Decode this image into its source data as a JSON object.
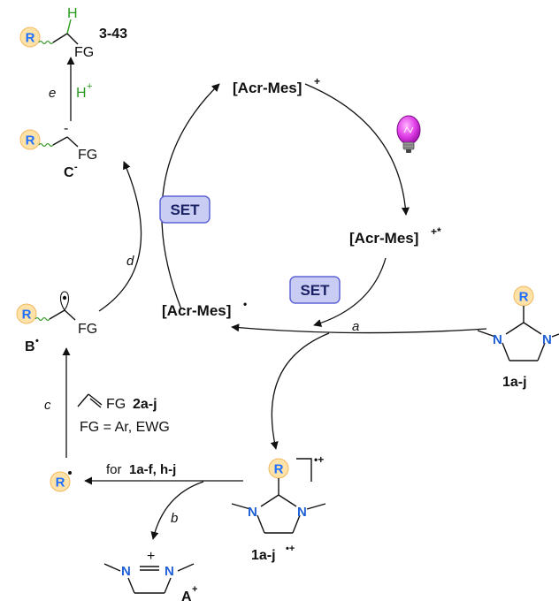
{
  "catalyst": {
    "ground": "[Acr-Mes]",
    "ground_sup": "+",
    "excited": "[Acr-Mes]",
    "excited_sup": "+*",
    "reduced": "[Acr-Mes]",
    "reduced_sup": "•"
  },
  "set_label": "SET",
  "steps": {
    "a": "a",
    "b": "b",
    "c": "c",
    "d": "d",
    "e": "e"
  },
  "species": {
    "product_label": "3-43",
    "anion_label": "C",
    "anion_sup": "-",
    "radical_label": "B",
    "radical_sup": "•",
    "substrate_label": "1a-j",
    "radical_cation_label": "1a-j",
    "radical_cation_sup": "•+",
    "imidazolinium_label": "A",
    "imidazolinium_sup": "+",
    "alkene_label": "2a-j",
    "fg_text": "FG",
    "fg_definition": "FG = Ar, EWG",
    "r_text": "R",
    "h_text": "H",
    "proton": "H",
    "proton_sup": "+",
    "n_text": "N",
    "carbanion_charge": "-",
    "charge_plus": "+",
    "for_prefix": "for ",
    "for_bold": "1a-f, h-j"
  },
  "colors": {
    "set_fill": "#c9cdf4",
    "r_label": "#1f6fff",
    "r_circle": "#ffe2a8",
    "hydrogen": "#2a9a1e",
    "bulb": "#e040e8"
  }
}
